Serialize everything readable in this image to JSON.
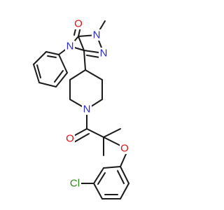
{
  "molecule": {
    "atoms": {
      "o_carbonyl_top": {
        "symbol": "O",
        "color": "#e01010"
      },
      "n_methyl": {
        "symbol": "N",
        "color": "#2b2bd6"
      },
      "n_ring": {
        "symbol": "N",
        "color": "#2b2bd6"
      },
      "n_phenyl": {
        "symbol": "N",
        "color": "#2b2bd6"
      },
      "n_piperidine": {
        "symbol": "N",
        "color": "#2b2bd6"
      },
      "o_amide": {
        "symbol": "O",
        "color": "#e01010"
      },
      "o_ether": {
        "symbol": "O",
        "color": "#e01010"
      },
      "cl": {
        "symbol": "Cl",
        "color": "#2a8a1a"
      }
    },
    "bond_color": "#1a1a1a"
  }
}
